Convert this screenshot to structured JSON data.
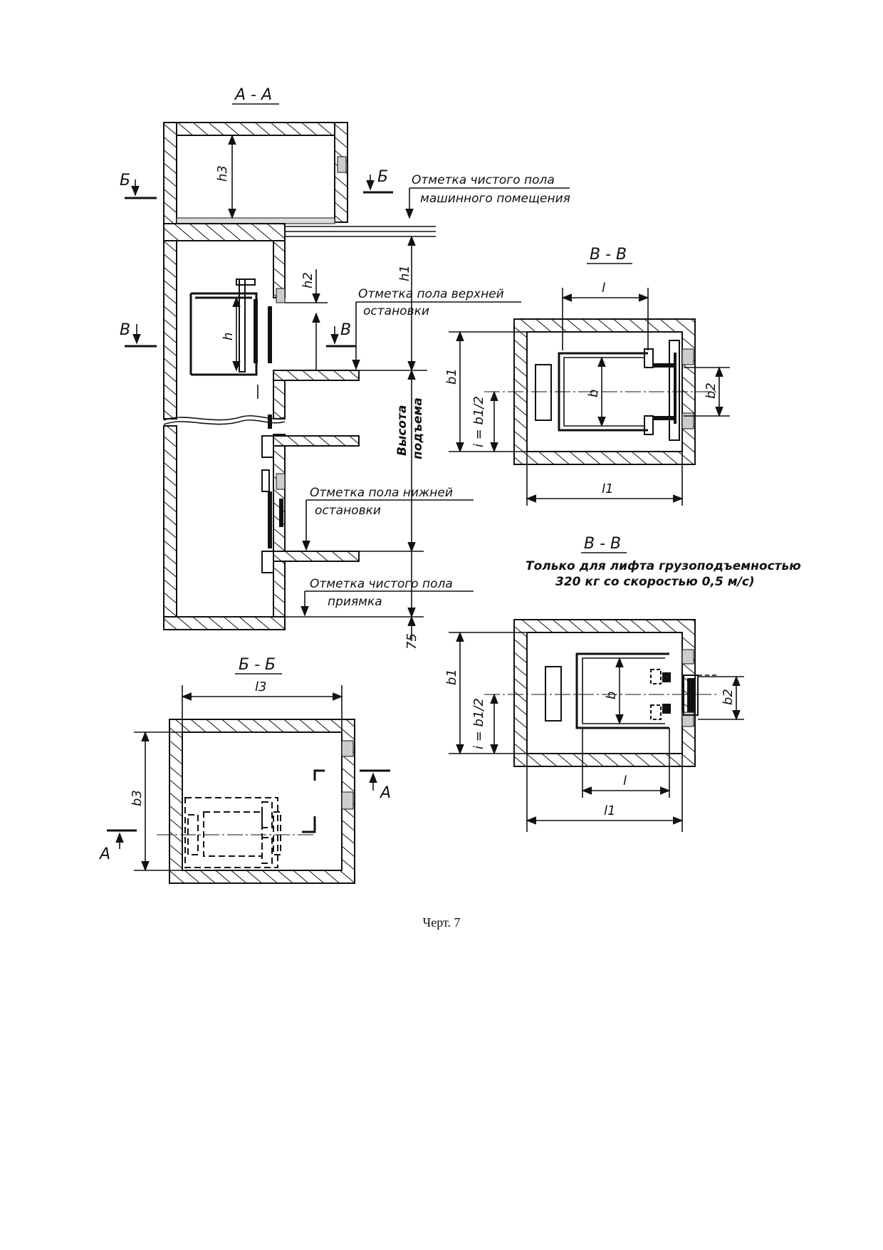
{
  "sections": {
    "aa": "А - А",
    "vv1": "В - В",
    "vv2": "В - В",
    "bb": "Б - Б"
  },
  "cut_marks": {
    "b_left": "Б",
    "b_right": "Б",
    "v_left": "В",
    "v_right": "В",
    "a_left": "А",
    "a_right": "А"
  },
  "annotations": {
    "machine_floor_1": "Отметка чистого пола",
    "machine_floor_2": "машинного помещения",
    "top_stop_1": "Отметка пола верхней",
    "top_stop_2": "остановки",
    "lift_height_1": "Высота",
    "lift_height_2": "подъема",
    "bottom_stop_1": "Отметка пола нижней",
    "bottom_stop_2": "остановки",
    "pit_floor_1": "Отметка чистого пола",
    "pit_floor_2": "приямка",
    "note_1": "Только для лифта грузоподъемностью",
    "note_2": "320 кг со скоростью 0,5 м/с)"
  },
  "dimensions": {
    "h3": "h3",
    "h1": "h1",
    "h2": "h2",
    "h": "h",
    "d75": "75",
    "l": "l",
    "l1": "l1",
    "l3": "l3",
    "b": "b",
    "b1": "b1",
    "b2": "b2",
    "b3": "b3",
    "i_formula": "i = b1/2"
  },
  "caption": "Черт. 7"
}
